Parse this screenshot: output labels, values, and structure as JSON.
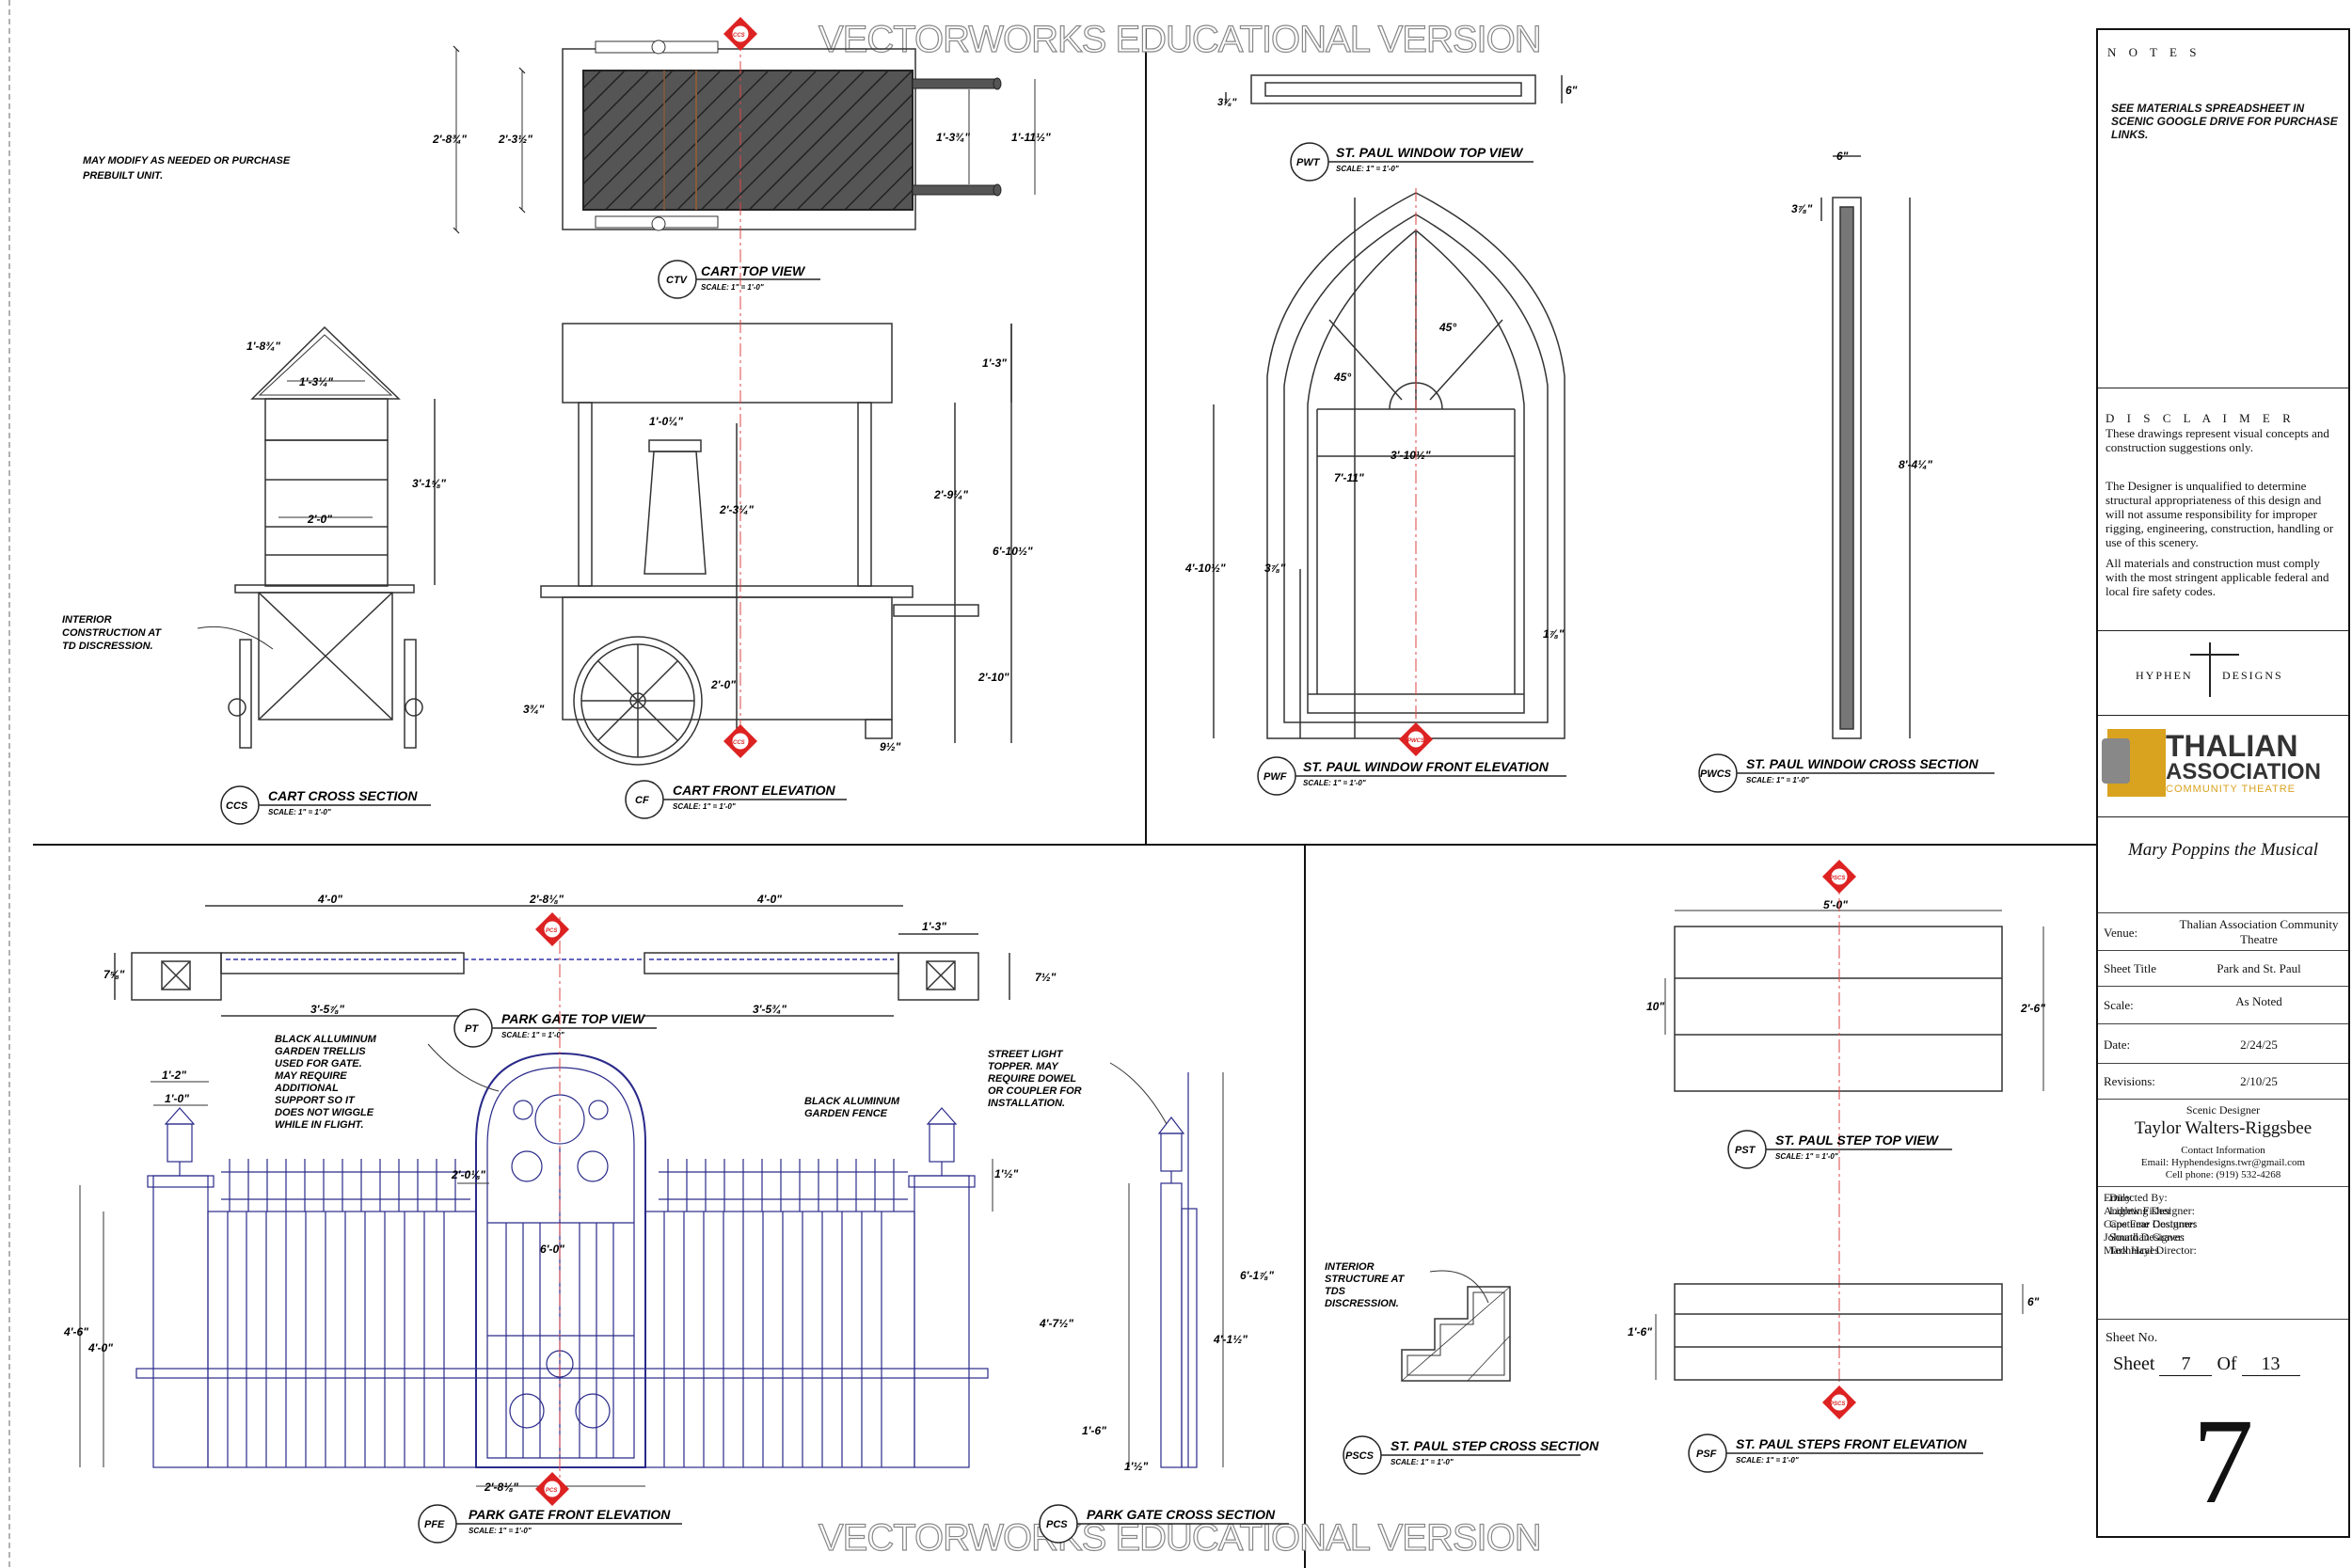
{
  "watermark": "VECTORWORKS EDUCATIONAL VERSION",
  "notes": {
    "heading": "N O T E S",
    "body": "SEE MATERIALS SPREADSHEET IN SCENIC GOOGLE DRIVE FOR PURCHASE LINKS."
  },
  "disclaimer": {
    "heading": "D I S C L A I M E R",
    "p1": "These drawings represent visual concepts and construction suggestions only.",
    "p2": "The Designer is unqualified to determine structural appropriateness of this design and will not assume responsibility for improper rigging, engineering, construction, handling or use of this scenery.",
    "p3": "All materials and construction must comply with the most stringent applicable federal and local fire safety codes."
  },
  "logos": {
    "hyphen_left": "HYPHEN",
    "hyphen_right": "DESIGNS",
    "thalian_1": "THALIAN",
    "thalian_2": "ASSOCIATION",
    "thalian_3": "COMMUNITY THEATRE"
  },
  "titleblock": {
    "show_title": "Mary Poppins the Musical",
    "venue_label": "Venue:",
    "venue": "Thalian Association Community Theatre",
    "sheet_title_label": "Sheet Title",
    "sheet_title": "Park and St. Paul",
    "scale_label": "Scale:",
    "scale": "As Noted",
    "date_label": "Date:",
    "date": "2/24/25",
    "revisions_label": "Revisions:",
    "revisions": "2/10/25",
    "designer_role": "Scenic Designer",
    "designer_name": "Taylor Walters-Riggsbee",
    "contact_heading": "Contact Information",
    "email": "Email: Hyphendesigns.twr@gmail.com",
    "cell": "Cell phone: (919) 532-4268",
    "crew": [
      {
        "role": "Directed By:",
        "name": "Emily"
      },
      {
        "role": "Lighting Designer:",
        "name": "Andrew Fisher"
      },
      {
        "role": "Costume Designer:",
        "name": "Cape Fear Costumes"
      },
      {
        "role": "Sound Designer:",
        "name": "Johnathan Graves"
      },
      {
        "role": "Technical Director:",
        "name": "Mark Hayes"
      }
    ],
    "sheet_no_label": "Sheet No.",
    "sheet_word": "Sheet",
    "sheet_number": "7",
    "of_word": "Of",
    "sheet_total": "13",
    "big_number": "7"
  },
  "views": {
    "ctv": {
      "tag": "CTV",
      "title": "CART TOP VIEW",
      "scale": "SCALE: 1\" = 1'-0\""
    },
    "ccs": {
      "tag": "CCS",
      "title": "CART CROSS SECTION",
      "scale": "SCALE: 1\" = 1'-0\""
    },
    "cf": {
      "tag": "CF",
      "title": "CART FRONT ELEVATION",
      "scale": "SCALE: 1\" = 1'-0\""
    },
    "pwt": {
      "tag": "PWT",
      "title": "ST. PAUL WINDOW TOP VIEW",
      "scale": "SCALE: 1\" = 1'-0\""
    },
    "pwf": {
      "tag": "PWF",
      "title": "ST. PAUL WINDOW FRONT ELEVATION",
      "scale": "SCALE: 1\" = 1'-0\""
    },
    "pwcs": {
      "tag": "PWCS",
      "title": "ST. PAUL WINDOW CROSS SECTION",
      "scale": "SCALE: 1\" = 1'-0\""
    },
    "pt": {
      "tag": "PT",
      "title": "PARK GATE TOP VIEW",
      "scale": "SCALE: 1\" = 1'-0\""
    },
    "pfe": {
      "tag": "PFE",
      "title": "PARK GATE FRONT ELEVATION",
      "scale": "SCALE: 1\" = 1'-0\""
    },
    "pcs": {
      "tag": "PCS",
      "title": "PARK GATE CROSS SECTION",
      "scale": ""
    },
    "pst": {
      "tag": "PST",
      "title": "ST. PAUL STEP TOP VIEW",
      "scale": "SCALE: 1\" = 1'-0\""
    },
    "pscs": {
      "tag": "PSCS",
      "title": "ST. PAUL STEP CROSS SECTION",
      "scale": "SCALE: 1\" = 1'-0\""
    },
    "psf": {
      "tag": "PSF",
      "title": "ST. PAUL STEPS FRONT ELEVATION",
      "scale": "SCALE: 1\" = 1'-0\""
    }
  },
  "notes_on_drawing": {
    "cart_modify": [
      "MAY MODIFY AS NEEDED OR PURCHASE",
      "PREBUILT UNIT."
    ],
    "cart_interior": [
      "INTERIOR",
      "CONSTRUCTION AT",
      "TD DISCRESSION."
    ],
    "trellis": [
      "BLACK ALLUMINUM",
      "GARDEN TRELLIS",
      "USED FOR GATE.",
      "MAY REQUIRE",
      "ADDITIONAL",
      "SUPPORT SO IT",
      "DOES NOT WIGGLE",
      "WHILE IN FLIGHT."
    ],
    "fence": [
      "BLACK ALUMINUM",
      "GARDEN FENCE"
    ],
    "street_light": [
      "STREET LIGHT",
      "TOPPER. MAY",
      "REQUIRE DOWEL",
      "OR COUPLER FOR",
      "INSTALLATION."
    ],
    "step_interior": [
      "INTERIOR",
      "STRUCTURE AT",
      "TDS",
      "DISCRESSION."
    ]
  },
  "section_markers": {
    "ccs": "CCS",
    "pwcs": "PWCS",
    "pcs": "PCS",
    "pscs": "PSCS"
  },
  "dimensions": {
    "ctv_a": "2'-8¾\"",
    "ctv_b": "2'-3½\"",
    "ctv_c": "1'-3¾\"",
    "ctv_d": "1'-11½\"",
    "ccs_roof": "1'-8¾\"",
    "ccs_top": "1'-3¼\"",
    "ccs_h": "3'-1⅝\"",
    "ccs_w": "2'-0\"",
    "cf_top": "1'-3\"",
    "cf_inner": "1'-0¼\"",
    "cf_mid": "2'-9¼\"",
    "cf_total": "6'-10½\"",
    "cf_sign": "2'-3¼\"",
    "cf_low": "2'-10\"",
    "cf_wheel": "2'-0\"",
    "cf_small": "3¾\"",
    "cf_foot": "9½\"",
    "pwt_a": "3⅞\"",
    "pwt_b": "6\"",
    "pwf_angle1": "45°",
    "pwf_angle2": "45°",
    "pwf_w": "3'-10½\"",
    "pwf_h1": "7'-11\"",
    "pwf_h2": "4'-10½\"",
    "pwf_h3": "3⅞\"",
    "pwf_h4": "1⅞\"",
    "pwcs_a": "6\"",
    "pwcs_b": "3⅞\"",
    "pwcs_h": "8'-4¼\"",
    "pt_a": "4'-0\"",
    "pt_b": "2'-8⅛\"",
    "pt_c": "4'-0\"",
    "pt_d": "1'-3\"",
    "pt_e": "3'-5⅞\"",
    "pt_f": "3'-5¾\"",
    "pt_g": "7⅝\"",
    "pt_h": "7½\"",
    "pfe_a": "1'-2\"",
    "pfe_b": "1'-0\"",
    "pfe_c": "2'-0⅛\"",
    "pfe_d": "6'-0\"",
    "pfe_e": "4'-6\"",
    "pfe_f": "4'-0\"",
    "pfe_g": "2'-8⅛\"",
    "pfe_h": "1'½\"",
    "pcs_a": "4'-7½\"",
    "pcs_b": "6'-1⅞\"",
    "pcs_c": "4'-1½\"",
    "pcs_d": "1'-6\"",
    "pcs_e": "1'½\"",
    "pst_w": "5'-0\"",
    "pst_a": "10\"",
    "pst_h": "2'-6\"",
    "psf_a": "6\"",
    "psf_h": "1'-6\""
  }
}
